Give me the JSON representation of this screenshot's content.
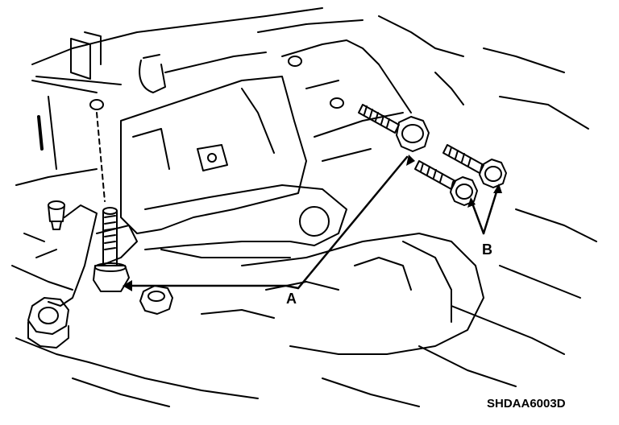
{
  "callouts": {
    "a": "A",
    "b": "B"
  },
  "figure_code": "SHDAA6003D",
  "colors": {
    "line": "#000000",
    "background": "#ffffff"
  }
}
